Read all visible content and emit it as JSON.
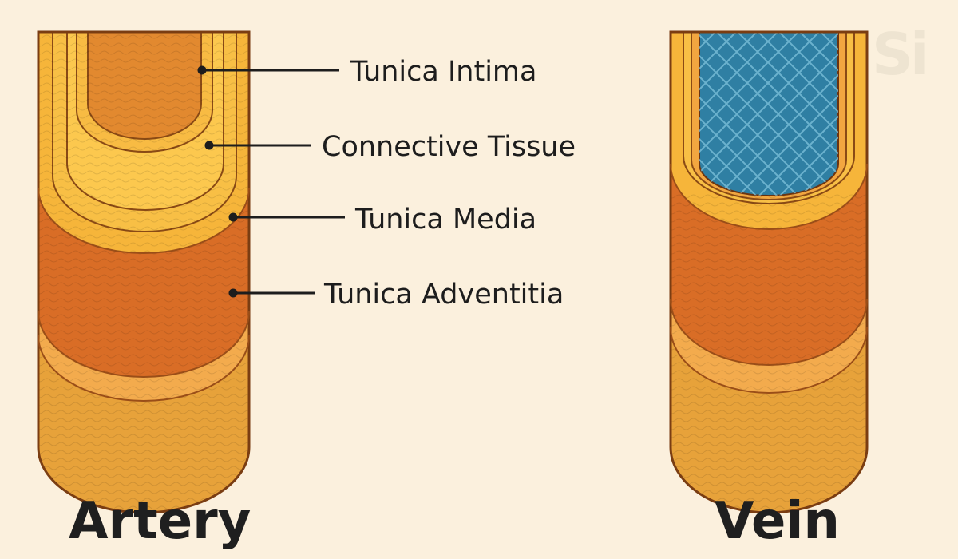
{
  "diagram": {
    "layer_labels": {
      "intima": "Tunica Intima",
      "connective": "Connective Tissue",
      "media": "Tunica Media",
      "adventitia": "Tunica Adventitia"
    },
    "vessels": {
      "artery": "Artery",
      "vein": "Vein"
    },
    "watermark": "Si"
  },
  "colors": {
    "background": "#fbf0dd",
    "outline": "#7a3d12",
    "yellow_layer": "#f7b93a",
    "orange_layer": "#e07b2a",
    "dark_orange_layer": "#cf6522",
    "pale_band": "#f2a94a",
    "golden_layer": "#e7a23a",
    "lumen_artery": "#e2892f",
    "lumen_vein": "#2f7fa3",
    "callout_line": "#1d1d1d"
  }
}
